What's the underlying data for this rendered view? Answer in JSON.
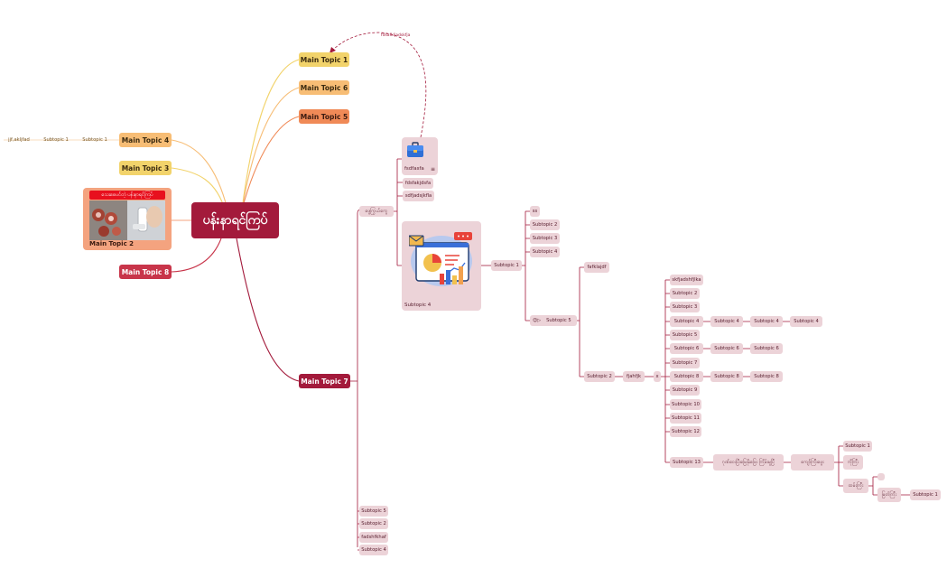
{
  "colors": {
    "central": "#a31a3b",
    "crimson_branch": "#a31a3b",
    "yellow": "#f2d36b",
    "light_orange": "#f7bd75",
    "orange": "#f08a57",
    "salmon": "#f4a37f",
    "red": "#c8354a",
    "sub_fill": "#ecd3d8"
  },
  "central": {
    "label": "ပန်းနာရင်ကြပ်"
  },
  "main_topics": {
    "mt1": "Main Topic 1",
    "mt6": "Main Topic 6",
    "mt5": "Main Topic 5",
    "mt4": "Main Topic 4",
    "mt3": "Main Topic 3",
    "mt2": "Main Topic 2",
    "mt8": "Main Topic 8",
    "mt7": "Main Topic 7"
  },
  "mt2_image": {
    "banner": "သေးစေပင်တဲ့ ပန်းနာရင်ကြပ်"
  },
  "mt4_branch": {
    "a": "Subtopic 1",
    "b": "Subtopic 1",
    "c": "jjf,akljfad"
  },
  "relationship_label": "fdsafkljadskfja",
  "mt7_branch": {
    "g": "ဖွေကြွယ်ကွေ",
    "briefcase_card": "fsdfasfa",
    "f1": "fdsfakjdsfa",
    "f2": "sdfjadsjkfla",
    "chart_card": "Subtopic 4",
    "st5": "Subtopic 5",
    "st2": "Subtopic 2",
    "fad": "fadshfkhaf",
    "st4b": "Subtopic 4"
  },
  "chart_branch": {
    "s1": "Subtopic 1",
    "ss": "ss",
    "s2": "Subtopic 2",
    "s3": "Subtopic 3",
    "s4": "Subtopic 4",
    "s5": "Subtopic 5",
    "s5_emoji": "😊▷"
  },
  "s5_branch": {
    "fa": "fafklajdf",
    "s2": "Subtopic 2",
    "fj": "fjahfjk",
    "x": "x"
  },
  "x_branch": {
    "c1": "skfjadshfjlka",
    "c2": "Subtopic 2",
    "c3": "Subtopic 3",
    "c4": "Subtopic 4",
    "c5": "Subtopic 5",
    "c6": "Subtopic 6",
    "c7": "Subtopic 7",
    "c8": "Subtopic 8",
    "c9": "Subtopic 9",
    "c10": "Subtopic 10",
    "c11": "Subtopic 11",
    "c12": "Subtopic 12",
    "c13": "Subtopic 13"
  },
  "c4_chain": {
    "a": "Subtopic 4",
    "b": "Subtopic 4",
    "c": "Subtopic 4"
  },
  "c6_chain": {
    "a": "Subtopic 6",
    "b": "Subtopic 6"
  },
  "c8_chain": {
    "a": "Subtopic 8",
    "b": "Subtopic 8"
  },
  "c13_chain": {
    "m1": "ဂုဏ်ဝေးပြီးမြေနိုးဖြေး ကြိမ်းမှုပြီ",
    "m2": "ကျော်ကြီးဖွေး",
    "s1": "Subtopic 1",
    "m3": "ကိုကြီး",
    "m4": "ထမ်းကြီး",
    "m5": "မြတ်ကြီး",
    "s1b": "Subtopic 1"
  }
}
